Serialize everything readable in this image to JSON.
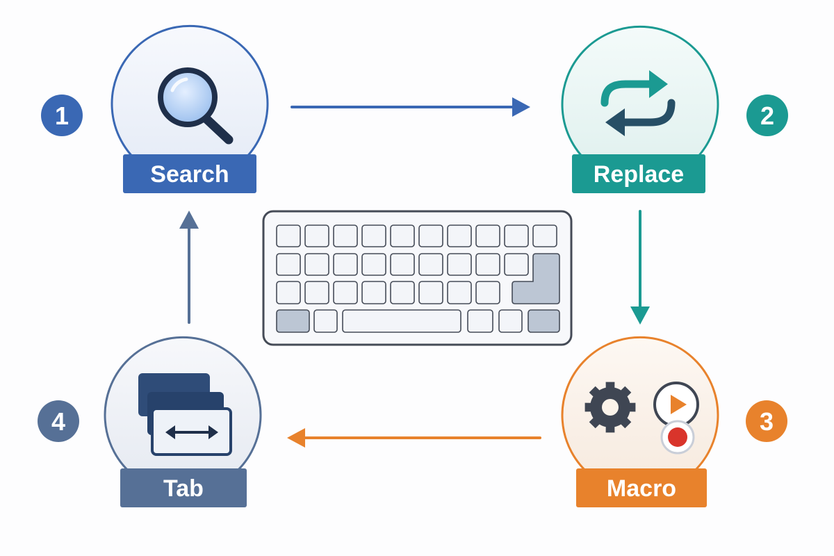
{
  "nodes": {
    "search": {
      "label": "Search",
      "step": "1",
      "icon": "magnifying-glass-icon",
      "color": "#3a68b4"
    },
    "replace": {
      "label": "Replace",
      "step": "2",
      "icon": "swap-arrows-icon",
      "color": "#1b9a92"
    },
    "macro": {
      "label": "Macro",
      "step": "3",
      "icon": "gear-play-record-icon",
      "color": "#e8822c"
    },
    "tab": {
      "label": "Tab",
      "step": "4",
      "icon": "switch-tab-icon",
      "color": "#567096"
    }
  },
  "center": {
    "icon": "keyboard-icon"
  },
  "colors": {
    "keyboard_outline": "#454b57",
    "key_fill": "#f3f5f9",
    "key_highlight": "#bcc6d4",
    "gear": "#3f4653",
    "record_red": "#d9342b"
  }
}
